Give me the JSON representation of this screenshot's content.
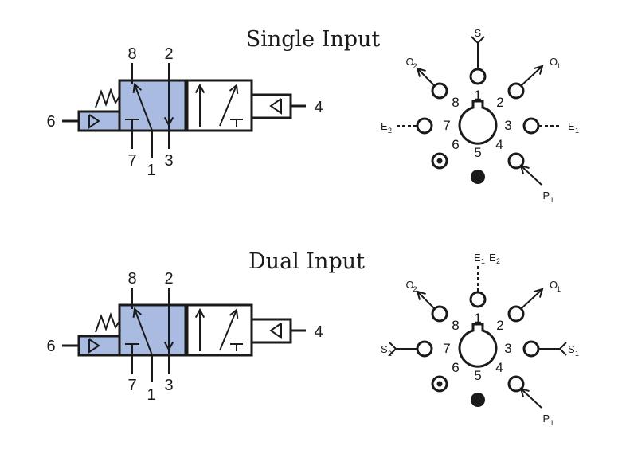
{
  "colors": {
    "valve_fill": "#a9bbe0",
    "stroke": "#1a1a1a",
    "background": "#ffffff"
  },
  "sections": [
    {
      "title": "Single Input",
      "valve_ports": {
        "top_left": "8",
        "top_right": "2",
        "bottom_left": "7",
        "bottom_center": "1",
        "bottom_right": "3",
        "left": "6",
        "right": "4"
      },
      "diagram_ports": [
        "1",
        "2",
        "3",
        "4",
        "5",
        "6",
        "7",
        "8"
      ],
      "top_ext": {
        "main": "S",
        "sub": "",
        "main2": "",
        "sub2": "",
        "line": "solid",
        "end": "fork"
      },
      "o2": {
        "main": "O",
        "sub": "2"
      },
      "o1": {
        "main": "O",
        "sub": "1"
      },
      "left_ext": {
        "main": "E",
        "sub": "2",
        "line": "dashed",
        "end": "none"
      },
      "right_ext": {
        "main": "E",
        "sub": "1",
        "line": "dashed",
        "end": "none"
      },
      "p1": {
        "main": "P",
        "sub": "1"
      }
    },
    {
      "title": "Dual Input",
      "valve_ports": {
        "top_left": "8",
        "top_right": "2",
        "bottom_left": "7",
        "bottom_center": "1",
        "bottom_right": "3",
        "left": "6",
        "right": "4"
      },
      "diagram_ports": [
        "1",
        "2",
        "3",
        "4",
        "5",
        "6",
        "7",
        "8"
      ],
      "top_ext": {
        "main": "E",
        "sub": "1",
        "main2": "E",
        "sub2": "2",
        "line": "dashed",
        "end": "none"
      },
      "o2": {
        "main": "O",
        "sub": "2"
      },
      "o1": {
        "main": "O",
        "sub": "1"
      },
      "left_ext": {
        "main": "S",
        "sub": "2",
        "line": "solid",
        "end": "fork"
      },
      "right_ext": {
        "main": "S",
        "sub": "1",
        "line": "solid",
        "end": "fork"
      },
      "p1": {
        "main": "P",
        "sub": "1"
      }
    }
  ]
}
